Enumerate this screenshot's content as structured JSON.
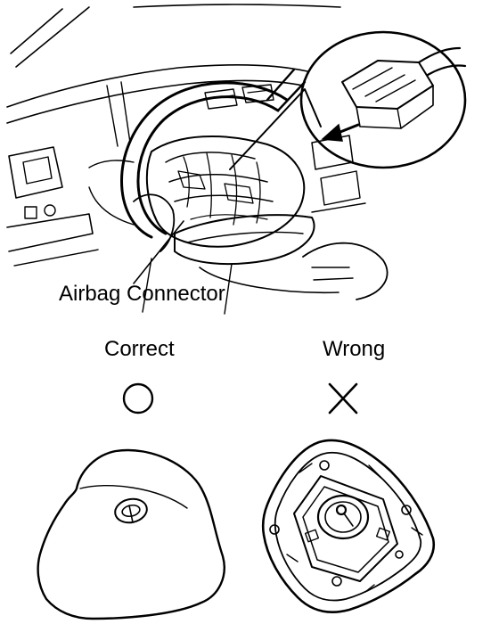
{
  "callout": {
    "label": "Airbag Connector"
  },
  "comparison": {
    "correct_label": "Correct",
    "wrong_label": "Wrong",
    "correct_symbol": "circle-icon",
    "wrong_symbol": "cross-icon"
  },
  "colors": {
    "ink": "#000000",
    "background": "#ffffff"
  }
}
